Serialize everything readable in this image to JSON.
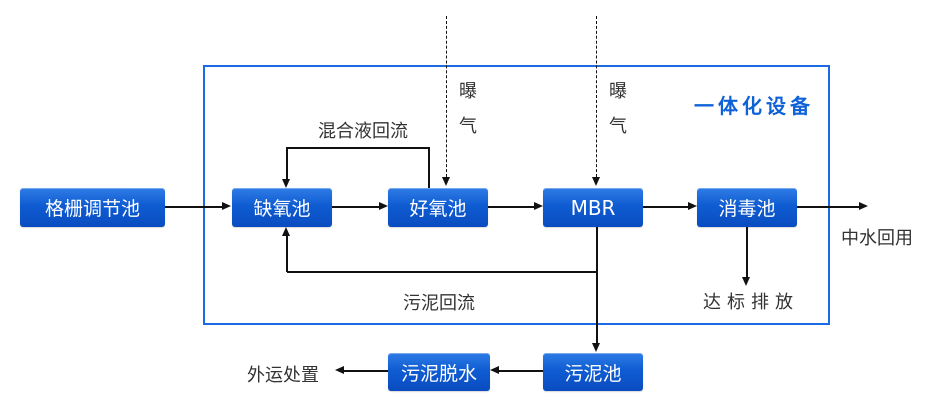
{
  "diagram": {
    "nodes": {
      "grid_tank": {
        "label": "格栅调节池"
      },
      "anoxic": {
        "label": "缺氧池"
      },
      "aerobic": {
        "label": "好氧池"
      },
      "mbr": {
        "label": "MBR"
      },
      "disinfect": {
        "label": "消毒池"
      },
      "sludge_tank": {
        "label": "污泥池"
      },
      "sludge_dewater": {
        "label": "污泥脱水"
      }
    },
    "labels": {
      "device_group": "一体化设备",
      "mixed_liquor_return": "混合液回流",
      "aeration_left": "曝气",
      "aeration_right": "曝气",
      "sludge_return": "污泥回流",
      "compliant_discharge": "达标排放",
      "water_reuse": "中水回用",
      "external_disposal": "外运处置"
    },
    "colors": {
      "node_fill": "#0f5cd2",
      "node_fill_light": "#2f7ce6",
      "node_fill_dark": "#0a4cc0",
      "container_border": "#1b6ce4",
      "group_title_text": "#0f62d6",
      "line": "#111111",
      "label_text": "#333333",
      "node_text": "#ffffff"
    }
  }
}
